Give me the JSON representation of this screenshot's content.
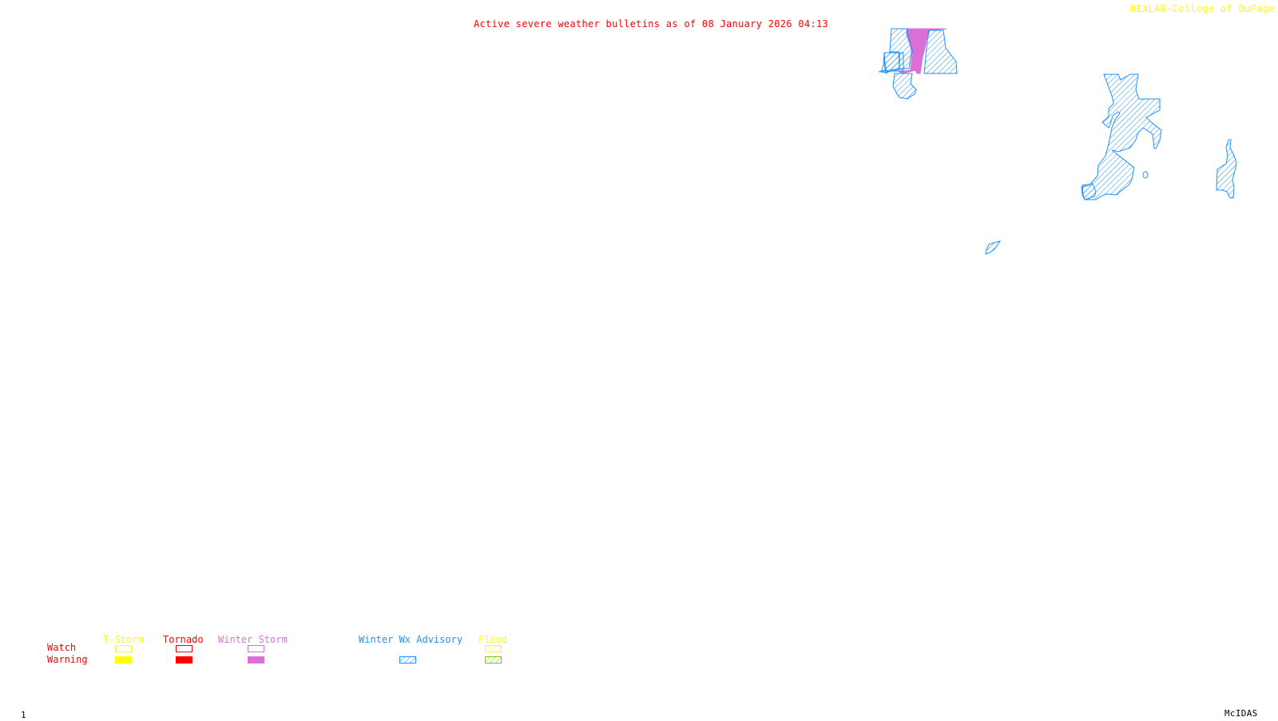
{
  "header": {
    "title": "Active severe weather bulletins as of 08 January 2026 04:13",
    "credit": "NEXLAB-College of DuPage",
    "credit_icon": "cursor-arrow-icon"
  },
  "footer": {
    "frame_number": "1",
    "software": "McIDAS"
  },
  "legend": {
    "rows": [
      "Watch",
      "Warning"
    ],
    "columns": [
      {
        "label": "T-Storm",
        "color": "#ffff00",
        "watch": "outline",
        "warning": "solid"
      },
      {
        "label": "Tornado",
        "color": "#ff0000",
        "watch": "outline",
        "warning": "solid"
      },
      {
        "label": "Winter Storm",
        "color": "#da70d6",
        "watch": "outline",
        "warning": "solid"
      },
      {
        "label": "Winter Wx Advisory",
        "color": "#1e90ff",
        "watch": "none",
        "warning": "hatched"
      },
      {
        "label": "Flood",
        "color": "#ffff00",
        "watch": "hatched",
        "warning": "hatched",
        "warning_color": "#7fcc00"
      }
    ]
  },
  "map": {
    "alerts": [
      {
        "type": "Winter Storm Warning",
        "color": "#da70d6",
        "style": "solid",
        "region": "northern Rockies (MT/ID border)"
      },
      {
        "type": "Winter Wx Advisory",
        "color": "#1e90ff",
        "style": "hatched",
        "region": "northern Rockies (MT/ID)"
      },
      {
        "type": "Winter Wx Advisory",
        "color": "#1e90ff",
        "style": "hatched",
        "region": "Great Lakes / Michigan"
      },
      {
        "type": "Winter Wx Advisory",
        "color": "#1e90ff",
        "style": "hatched",
        "region": "northern New England"
      },
      {
        "type": "Winter Wx Advisory",
        "color": "#1e90ff",
        "style": "hatched",
        "region": "small area, central plains"
      }
    ]
  }
}
